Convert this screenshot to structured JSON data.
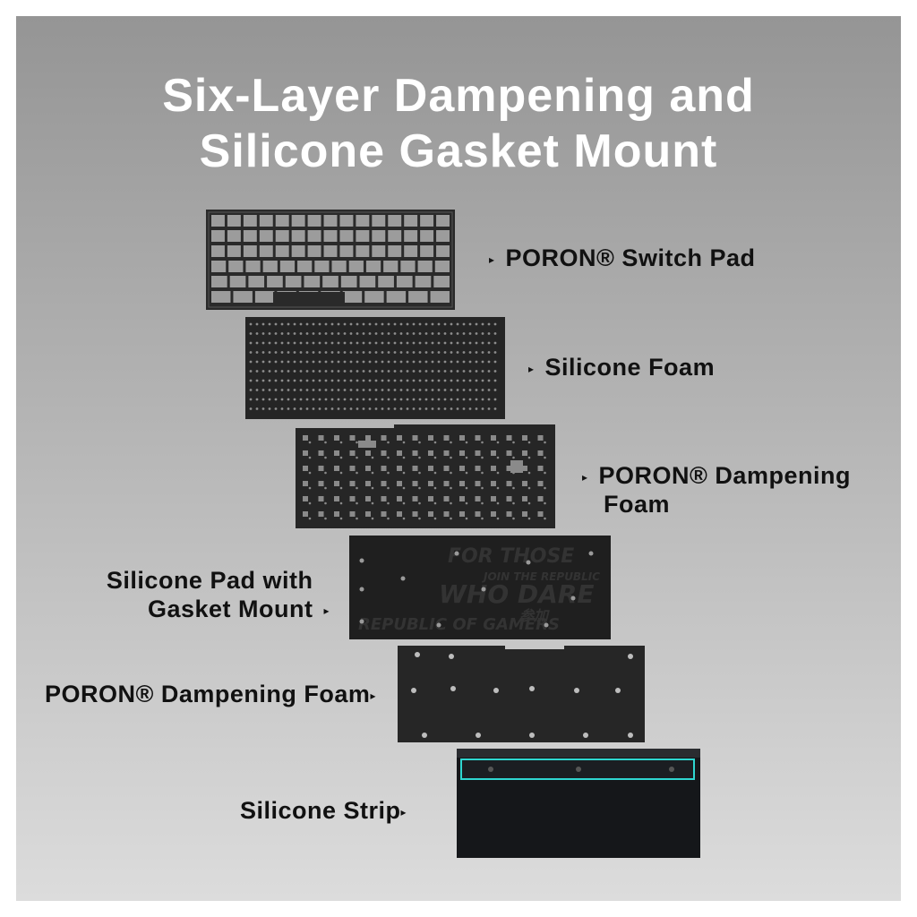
{
  "title": {
    "line1": "Six-Layer Dampening and",
    "line2": "Silicone Gasket Mount"
  },
  "layers": [
    {
      "label": "PORON® Switch Pad"
    },
    {
      "label": "Silicone Foam"
    },
    {
      "label_line1": "PORON® Dampening",
      "label_line2": "Foam"
    },
    {
      "label_line1": "Silicone Pad with",
      "label_line2": "Gasket Mount",
      "pattern_text": [
        "FOR THOSE",
        "WHO DARE",
        "JOIN THE REPUBLIC",
        "REPUBLIC OF GAMERS",
        "参加"
      ]
    },
    {
      "label": "PORON® Dampening Foam"
    },
    {
      "label": "Silicone Strip",
      "highlight_color": "#2fd6d0"
    }
  ],
  "arrow_glyph": "▸",
  "colors": {
    "layer_dark": "#262626",
    "highlight": "#2fd6d0",
    "text": "#111111",
    "title": "#ffffff"
  }
}
